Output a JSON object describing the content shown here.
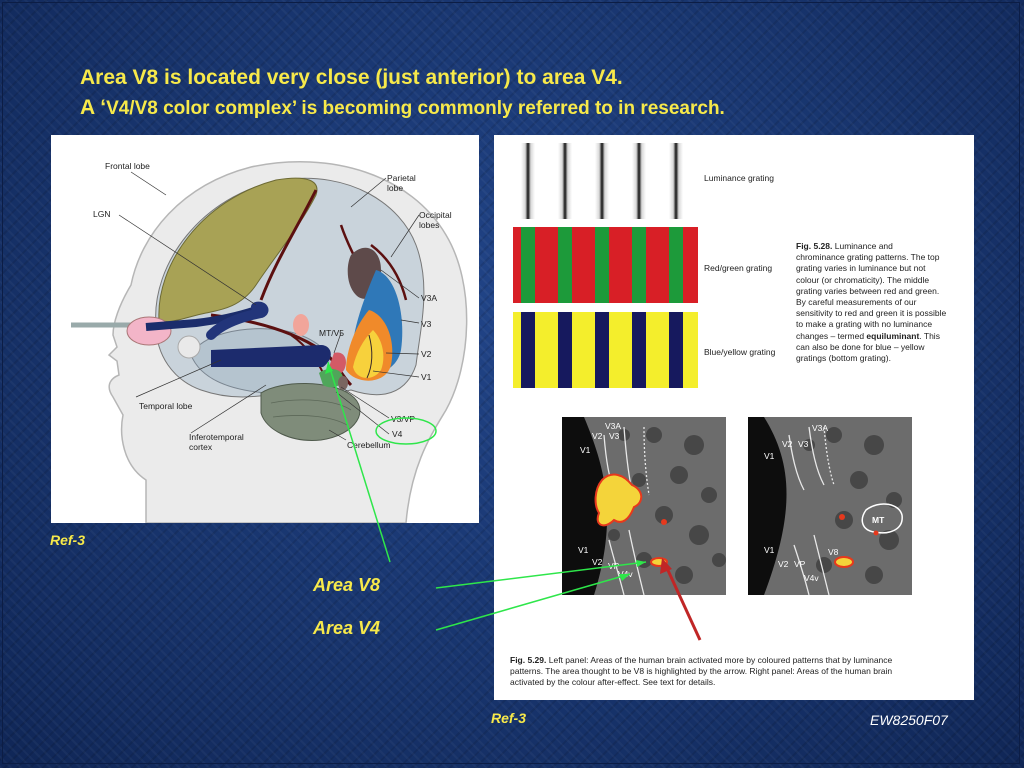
{
  "title": {
    "line1": "Area V8 is located very close (just anterior) to area V4.",
    "line2_prefix": "A ‘",
    "line2_rest": "V4/V8 color complex’ is becoming commonly referred to in research."
  },
  "brain_diagram": {
    "labels": {
      "frontal_lobe": "Frontal lobe",
      "parietal_lobe_1": "Parietal",
      "parietal_lobe_2": "lobe",
      "occipital_lobes_1": "Occipital",
      "occipital_lobes_2": "lobes",
      "lgn": "LGN",
      "v3a": "V3A",
      "v3": "V3",
      "mt_v5": "MT/V5",
      "v2": "V2",
      "v1": "V1",
      "temporal_lobe": "Temporal lobe",
      "v3_vp": "V3/VP",
      "v4": "V4",
      "inferotemporal_1": "Inferotemporal",
      "inferotemporal_2": "cortex",
      "cerebellum": "Cerebellum"
    }
  },
  "gratings": {
    "luminance_label": "Luminance grating",
    "redgreen_label": "Red/green grating",
    "blueyellow_label": "Blue/yellow grating",
    "colors": {
      "red": "#d81f26",
      "green": "#1d9a3a",
      "blue": "#16195e",
      "yellow": "#f4ee2c"
    }
  },
  "fig_528": {
    "number": "Fig. 5.28.",
    "lines": [
      "Luminance and",
      "chrominance grating patterns. The top",
      "grating varies in luminance but not",
      "colour (or chromaticity). The middle",
      "grating varies between red and green.",
      "By careful measurements of our",
      "sensitivity to red and green it is possible",
      "to make a grating with no luminance",
      "changes – termed",
      "equiluminant",
      ". This",
      "can also be done for blue – yellow",
      "gratings (bottom grating)."
    ]
  },
  "fmri": {
    "left": {
      "v1": "V1",
      "v2": "V2",
      "v3": "V3",
      "v3a": "V3A",
      "v1b": "V1",
      "v2b": "V2",
      "vp": "VP",
      "v4v": "V4v"
    },
    "right": {
      "v1": "V1",
      "v2": "V2",
      "v3": "V3",
      "v3a": "V3A",
      "mt": "MT",
      "v8": "V8",
      "v1b": "V1",
      "v2b": "V2",
      "vp": "VP",
      "v4v": "V4v"
    }
  },
  "fig_529": {
    "number": "Fig. 5.29.",
    "lines": [
      "Left panel: Areas of the human brain activated more by coloured patterns that by luminance",
      "patterns. The area thought to be V8 is highlighted by the arrow. Right panel: Areas of the human brain",
      "activated by the colour after-effect. See text for details."
    ]
  },
  "annotations": {
    "area_v8": "Area V8",
    "area_v4": "Area V4",
    "ref_left": "Ref-3",
    "ref_right": "Ref-3",
    "slide_code": "EW8250F07",
    "pointer_color": "#2ee64a",
    "arrow_color": "#c02626"
  }
}
